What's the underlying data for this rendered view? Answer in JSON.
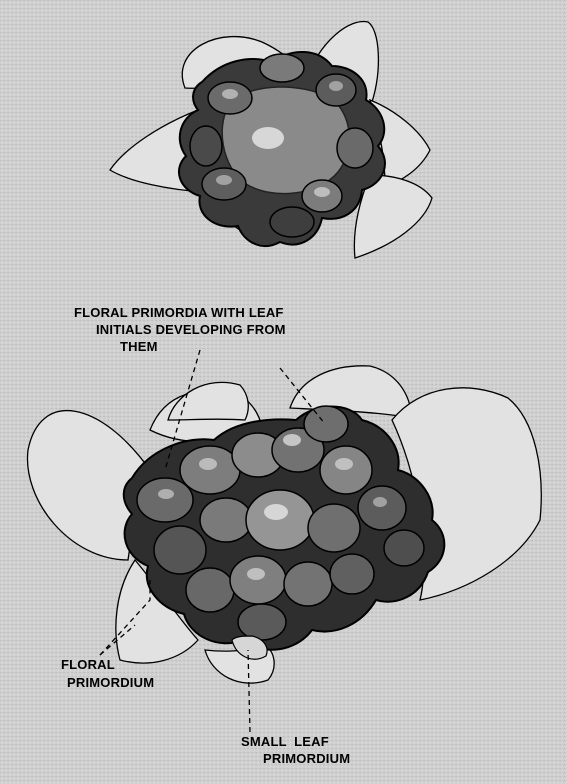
{
  "labels": {
    "top_line1": "FLORAL PRIMORDIA WITH LEAF",
    "top_line2": "INITIALS DEVELOPING FROM",
    "top_line3": "THEM",
    "floral_line1": "FLORAL",
    "floral_line2": "PRIMORDIUM",
    "leaf_line1": "SMALL  LEAF",
    "leaf_line2": "PRIMORDIUM"
  },
  "colors": {
    "background": "#cfcfcf",
    "outline": "#000000",
    "bract_fill": "#e2e2e2",
    "dark_primordium": "#2a2a2a",
    "mid_primordium": "#707070",
    "light_primordium": "#a9a9a9",
    "highlight": "#e0e0e0"
  }
}
